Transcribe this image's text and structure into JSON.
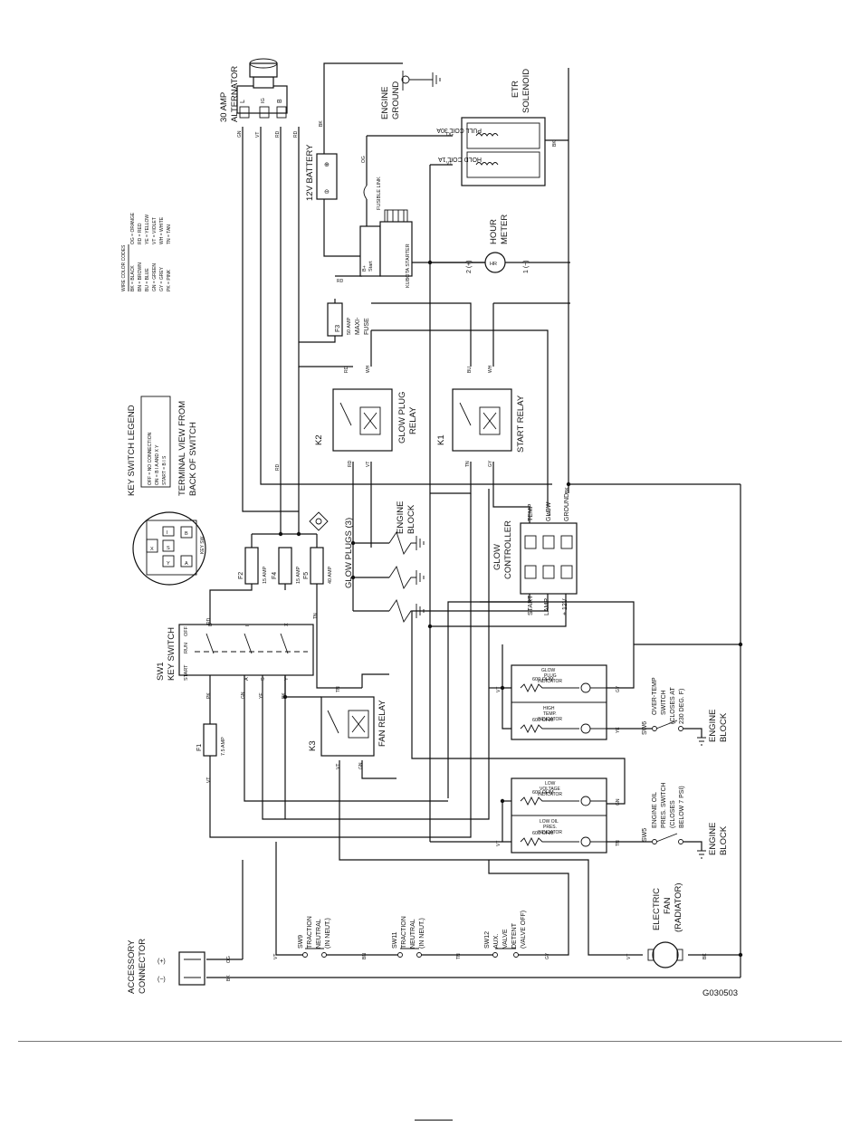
{
  "diagram_id": "G030503",
  "wire_codes": {
    "title": "WIRE COLOR CODES",
    "rows": [
      [
        "BK = BLACK",
        "OG = ORANGE"
      ],
      [
        "BN = BROWN",
        "RD = RED"
      ],
      [
        "BU = BLUE",
        "YE = YELLOW"
      ],
      [
        "GN = GREEN",
        "VT = VIOLET"
      ],
      [
        "GY = GREY",
        "WH = WHITE"
      ],
      [
        "PK = PINK",
        "TN = TAN"
      ]
    ]
  },
  "key_legend": {
    "title": "KEY SWITCH LEGEND",
    "rows": [
      "OFF   = NO CONNECTION",
      "ON    = B I A AND X Y",
      "START = B I S"
    ],
    "note": [
      "TERMINAL VIEW FROM",
      "BACK OF SWITCH"
    ],
    "face_terminals": [
      "X",
      "I",
      "S",
      "B",
      "Y",
      "A"
    ],
    "face_label": "KEY SW"
  },
  "components": {
    "alternator": [
      "30 AMP",
      "ALTERNATOR"
    ],
    "alt_terms": [
      "L",
      "IG",
      "B"
    ],
    "engine_ground": [
      "ENGINE",
      "GROUND"
    ],
    "etr": [
      "ETR",
      "SOLENOID"
    ],
    "pull_coil": "PULL COIL 30A",
    "hold_coil": "HOLD COIL 1A",
    "battery": "12V BATTERY",
    "fusible_link": "FUSIBLE LINK",
    "starter": "KUBOTA STARTER",
    "starter_terms": [
      "B+",
      "Start",
      "S"
    ],
    "hour_meter": [
      "HOUR",
      "METER"
    ],
    "hour_terms": [
      "2 (+)",
      "1 (−)"
    ],
    "hr": "HR",
    "f3": [
      "F3",
      "50 AMP",
      "MAXI-",
      "FUSE"
    ],
    "k2": "K2",
    "k2_label": [
      "GLOW PLUG",
      "RELAY"
    ],
    "k1": "K1",
    "k1_label": "START RELAY",
    "glow_plugs": "GLOW PLUGS (3)",
    "engine_block": [
      "ENGINE",
      "BLOCK"
    ],
    "glow_controller": [
      "GLOW",
      "CONTROLLER"
    ],
    "gc_terms": [
      "TEMP",
      "GLOW",
      "GROUND",
      "START",
      "LAMP",
      "+ 12V"
    ],
    "f2": [
      "F2",
      "15 AMP"
    ],
    "f4": [
      "F4",
      "15 AMP"
    ],
    "f5": [
      "F5",
      "40 AMP"
    ],
    "sw1": [
      "SW1",
      "KEY SWITCH"
    ],
    "sw1_pos": [
      "START",
      "RUN",
      "OFF"
    ],
    "sw1_terms": [
      "B",
      "I",
      "X",
      "A",
      "S",
      "Y"
    ],
    "f1": [
      "F1",
      "7.5 AMP"
    ],
    "k3": "K3",
    "k3_label": "FAN RELAY",
    "ind_glow": [
      "GLOW",
      "PLUG",
      "INDICATOR"
    ],
    "ind_temp": [
      "HIGH",
      "TEMP.",
      "INDICATOR"
    ],
    "ind_volt": [
      "LOW",
      "VOLTAGE",
      "INDICATOR"
    ],
    "ind_oil": [
      "LOW OIL",
      "PRES.",
      "INDICATOR"
    ],
    "ohm": "600 OHM",
    "sw6": [
      "SW6",
      "OVER-TEMP",
      "SWITCH",
      "(CLOSES AT",
      "230 DEG. F)"
    ],
    "sw5": [
      "SW5",
      "ENGINE OIL",
      "PRES. SWITCH",
      "(CLOSES",
      "BELOW 7 PSI)"
    ],
    "fan": [
      "ELECTRIC",
      "FAN",
      "(RADIATOR)"
    ],
    "sw9": [
      "SW9",
      "TRACTION",
      "NEUTRAL",
      "(IN NEUT.)"
    ],
    "sw11": [
      "SW11",
      "TRACTION",
      "NEUTRAL",
      "(IN NEUT.)"
    ],
    "sw12": [
      "SW12",
      "AUX.",
      "VALVE",
      "DETENT",
      "(VALVE OFF)"
    ],
    "accessory": [
      "ACCESSORY",
      "CONNECTOR"
    ],
    "acc_terms": [
      "(+)",
      "(−)"
    ]
  },
  "wire_tags": {
    "bk": "BK",
    "rd": "RD",
    "gn": "GN",
    "vt": "VT",
    "og": "OG",
    "wh": "WH",
    "gy": "GY",
    "tn": "TN",
    "ye": "YE",
    "bu": "BU",
    "pk": "PK",
    "bn": "BN"
  }
}
